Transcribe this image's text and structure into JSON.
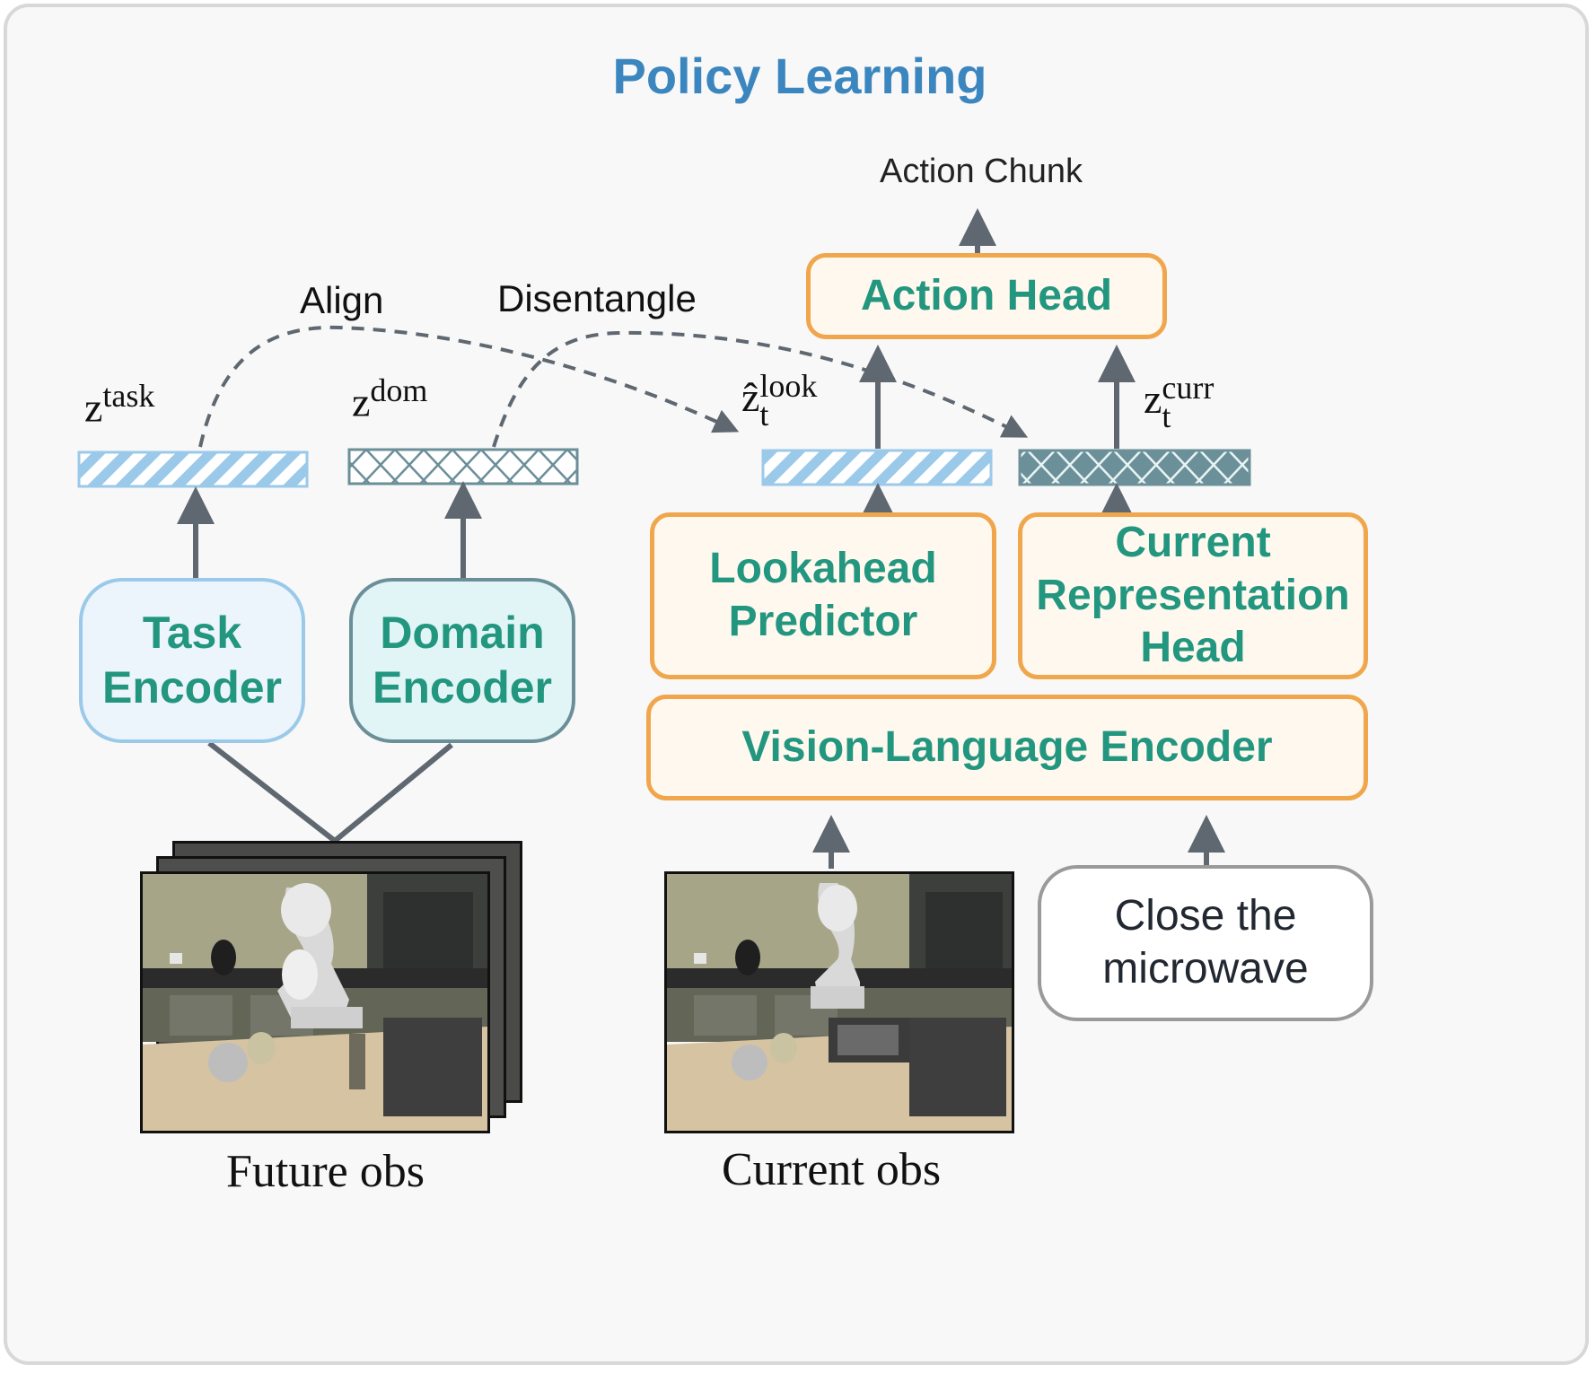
{
  "title": "Policy Learning",
  "output_label": "Action Chunk",
  "relations": {
    "align": "Align",
    "disentangle": "Disentangle"
  },
  "latents": {
    "task": {
      "base": "z",
      "sup": "task"
    },
    "dom": {
      "base": "z",
      "sup": "dom"
    },
    "look": {
      "base": "ẑ",
      "sup": "look",
      "sub": "t"
    },
    "curr": {
      "base": "z",
      "sup": "curr",
      "sub": "t"
    }
  },
  "modules": {
    "task_encoder": "Task Encoder",
    "domain_encoder": "Domain Encoder",
    "action_head": "Action Head",
    "lookahead_predictor": "Lookahead Predictor",
    "current_head": "Current Representation Head",
    "vl_encoder": "Vision-Language Encoder"
  },
  "instruction": "Close the microwave",
  "observations": {
    "future": "Future obs",
    "current": "Current obs"
  },
  "colors": {
    "title": "#3c86bf",
    "module_text": "#22967f",
    "module_border": "#f0a64c",
    "task_stripe": "#9bc9ea",
    "domain_pattern": "#6b8f98",
    "arrow": "#5f6770"
  }
}
